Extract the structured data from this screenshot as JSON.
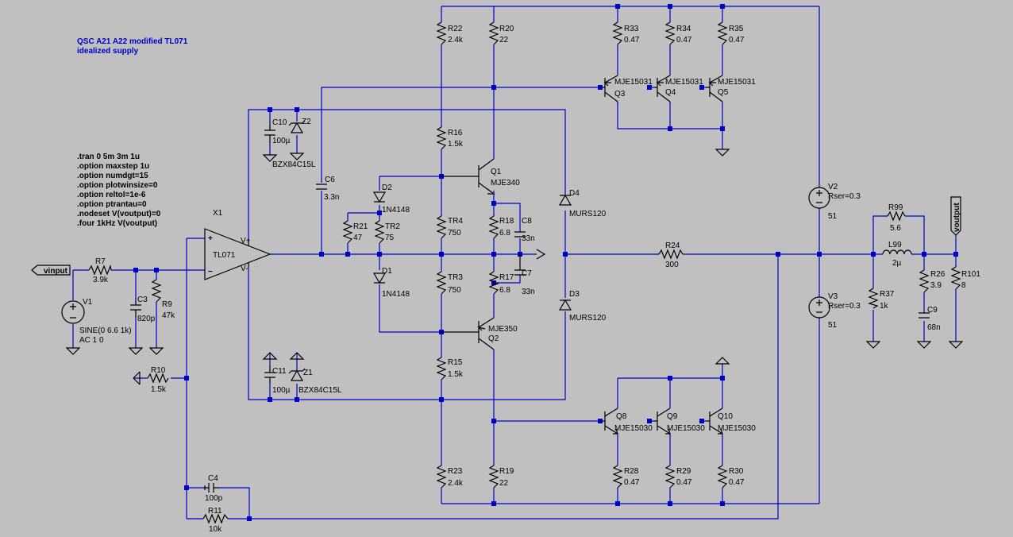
{
  "title_lines": [
    "QSC A21 A22 modified TL071",
    "idealized supply"
  ],
  "directives": [
    ".tran 0 5m 3m 1u",
    ".option maxstep 1u",
    ".option numdgt=15",
    ".option plotwinsize=0",
    ".option reltol=1e-6",
    ".option ptrantau=0",
    ".nodeset V(voutput)=0",
    ".four 1kHz V(voutput)"
  ],
  "net_labels": {
    "vin": "vinput",
    "vout": "voutput"
  },
  "components": {
    "R7": {
      "name": "R7",
      "value": "3.9k"
    },
    "C3": {
      "name": "C3",
      "value": "820p"
    },
    "R9": {
      "name": "R9",
      "value": "47k"
    },
    "V1": {
      "name": "V1",
      "value": "SINE(0 6.6 1k)",
      "value2": "AC 1 0"
    },
    "R10": {
      "name": "R10",
      "value": "1.5k"
    },
    "X1": {
      "name": "X1",
      "value": "TL071",
      "pin_plus": "V+",
      "pin_minus": "V-",
      "in_plus": "+",
      "in_minus": "−"
    },
    "C4": {
      "name": "C4",
      "value": "100p"
    },
    "R11": {
      "name": "R11",
      "value": "10k"
    },
    "C10": {
      "name": "C10",
      "value": "100µ"
    },
    "Z2": {
      "name": "Z2",
      "value": "BZX84C15L"
    },
    "C11": {
      "name": "C11",
      "value": "100µ"
    },
    "Z1": {
      "name": "Z1",
      "value": "BZX84C15L"
    },
    "C6": {
      "name": "C6",
      "value": "3.3n"
    },
    "D2": {
      "name": "D2",
      "value": "1N4148"
    },
    "D1": {
      "name": "D1",
      "value": "1N4148"
    },
    "R21": {
      "name": "R21",
      "value": "47"
    },
    "TR2": {
      "name": "TR2",
      "value": "75"
    },
    "R22": {
      "name": "R22",
      "value": "2.4k"
    },
    "R20": {
      "name": "R20",
      "value": "22"
    },
    "R16": {
      "name": "R16",
      "value": "1.5k"
    },
    "Q1": {
      "name": "Q1",
      "value": "MJE340"
    },
    "TR4": {
      "name": "TR4",
      "value": "750"
    },
    "R18": {
      "name": "R18",
      "value": "6.8"
    },
    "C8": {
      "name": "C8",
      "value": "33n"
    },
    "TR3": {
      "name": "TR3",
      "value": "750"
    },
    "R17": {
      "name": "R17",
      "value": "6.8"
    },
    "C7": {
      "name": "C7",
      "value": "33n"
    },
    "Q2": {
      "name": "Q2",
      "value": "MJE350"
    },
    "R15": {
      "name": "R15",
      "value": "1.5k"
    },
    "R23": {
      "name": "R23",
      "value": "2.4k"
    },
    "R19": {
      "name": "R19",
      "value": "22"
    },
    "D4": {
      "name": "D4",
      "value": "MURS120"
    },
    "D3": {
      "name": "D3",
      "value": "MURS120"
    },
    "R33": {
      "name": "R33",
      "value": "0.47"
    },
    "R34": {
      "name": "R34",
      "value": "0.47"
    },
    "R35": {
      "name": "R35",
      "value": "0.47"
    },
    "Q3": {
      "name": "Q3",
      "value": "MJE15031"
    },
    "Q4": {
      "name": "Q4",
      "value": "MJE15031"
    },
    "Q5": {
      "name": "Q5",
      "value": "MJE15031"
    },
    "Q8": {
      "name": "Q8",
      "value": "MJE15030"
    },
    "Q9": {
      "name": "Q9",
      "value": "MJE15030"
    },
    "Q10": {
      "name": "Q10",
      "value": "MJE15030"
    },
    "R28": {
      "name": "R28",
      "value": "0.47"
    },
    "R29": {
      "name": "R29",
      "value": "0.47"
    },
    "R30": {
      "name": "R30",
      "value": "0.47"
    },
    "R24": {
      "name": "R24",
      "value": "300"
    },
    "V2": {
      "name": "V2",
      "value": "Rser=0.3",
      "value2": "51"
    },
    "V3": {
      "name": "V3",
      "value": "Rser=0.3",
      "value2": "51"
    },
    "R37": {
      "name": "R37",
      "value": "1k"
    },
    "R99": {
      "name": "R99",
      "value": "5.6"
    },
    "L99": {
      "name": "L99",
      "value": "2µ"
    },
    "R26": {
      "name": "R26",
      "value": "3.9"
    },
    "C9": {
      "name": "C9",
      "value": "68n"
    },
    "R101": {
      "name": "R101",
      "value": "8"
    }
  },
  "colors": {
    "wire": "#0000cc",
    "symbol": "#000000",
    "background": "#c0c0c0",
    "title": "#0000cc"
  }
}
